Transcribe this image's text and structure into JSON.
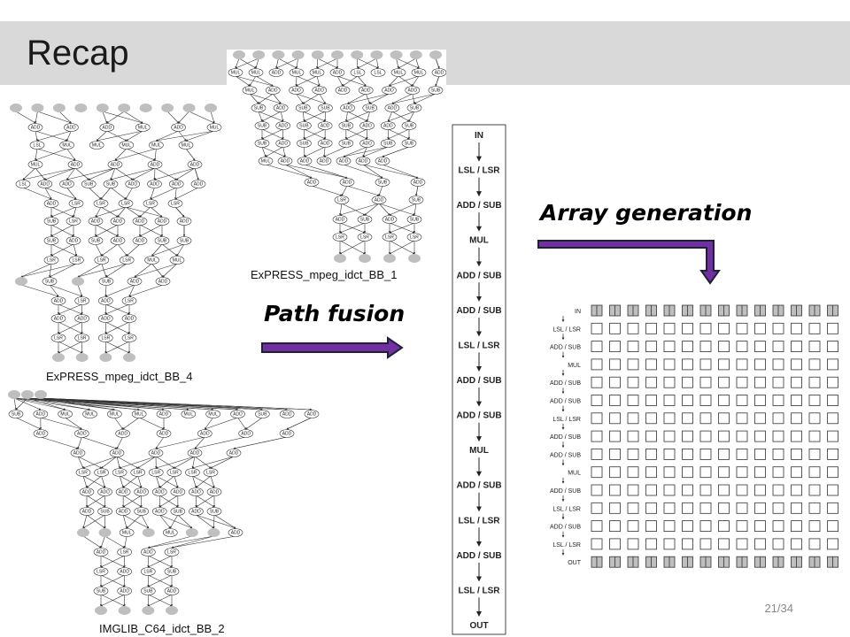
{
  "slide": {
    "title": "Recap",
    "page_number": "21/34"
  },
  "graphs": {
    "bb1": {
      "caption": "ExPRESS_mpeg_idct_BB_1"
    },
    "bb4": {
      "caption": "ExPRESS_mpeg_idct_BB_4"
    },
    "bb2": {
      "caption": "IMGLIB_C64_idct_BB_2"
    }
  },
  "arrows": {
    "path_fusion": "Path fusion",
    "array_generation": "Array generation"
  },
  "fused_path": {
    "stages": [
      "IN",
      "LSL / LSR",
      "ADD / SUB",
      "MUL",
      "ADD / SUB",
      "ADD / SUB",
      "LSL / LSR",
      "ADD / SUB",
      "ADD / SUB",
      "MUL",
      "ADD / SUB",
      "LSL / LSR",
      "ADD / SUB",
      "LSL / LSR",
      "OUT"
    ]
  },
  "array": {
    "row_labels": [
      "IN",
      "LSL / LSR",
      "ADD / SUB",
      "MUL",
      "ADD / SUB",
      "ADD / SUB",
      "LSL / LSR",
      "ADD / SUB",
      "ADD / SUB",
      "MUL",
      "ADD / SUB",
      "LSL / LSR",
      "ADD / SUB",
      "LSL / LSR",
      "OUT"
    ],
    "columns": 14
  },
  "colors": {
    "header_bg": "#d9d9d9",
    "arrow_fill": "#7030a0",
    "arrow_stroke": "#1f1f3a",
    "node_fill": "#c8c8c8",
    "io_fill": "#bfbfbf"
  }
}
